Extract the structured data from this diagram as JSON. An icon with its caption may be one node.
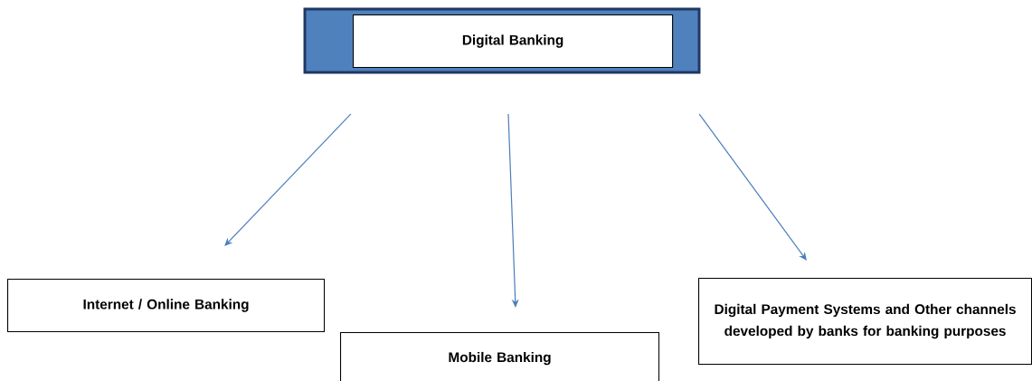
{
  "diagram": {
    "nodes": [
      {
        "text": [
          "Digital Banking"
        ]
      },
      {
        "text": [
          "Internet / Online Banking"
        ]
      },
      {
        "text": [
          "Mobile Banking"
        ]
      },
      {
        "text": [
          "Digital Payment Systems and Other channels developed by banks for banking purposes"
        ]
      }
    ],
    "edges": [
      {
        "from": 0,
        "to": 1,
        "arrow": "to"
      },
      {
        "from": 0,
        "to": 2,
        "arrow": "to"
      },
      {
        "from": 0,
        "to": 3,
        "arrow": "to"
      }
    ]
  }
}
